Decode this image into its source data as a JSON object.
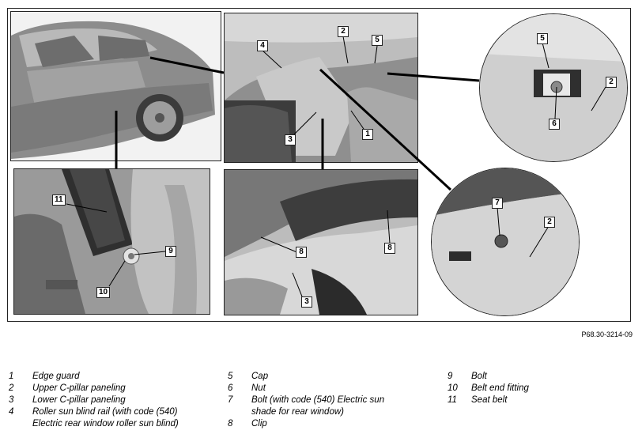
{
  "figure": {
    "code": "P68.30-3214-09",
    "callouts": {
      "p2": [
        "4",
        "2",
        "5",
        "3",
        "1"
      ],
      "c1": [
        "5",
        "2",
        "6"
      ],
      "p3": [
        "11",
        "9",
        "10"
      ],
      "p4": [
        "8",
        "8",
        "3"
      ],
      "c2": [
        "7",
        "2"
      ]
    }
  },
  "legend": {
    "col1": [
      {
        "num": "1",
        "text": "Edge guard"
      },
      {
        "num": "2",
        "text": "Upper C-pillar paneling"
      },
      {
        "num": "3",
        "text": "Lower C-pillar paneling"
      },
      {
        "num": "4",
        "text": "Roller sun blind rail (with code (540)"
      },
      {
        "num": "",
        "text": "Electric rear window roller sun blind)"
      }
    ],
    "col2": [
      {
        "num": "5",
        "text": "Cap"
      },
      {
        "num": "6",
        "text": "Nut"
      },
      {
        "num": "7",
        "text": "Bolt (with code (540) Electric sun"
      },
      {
        "num": "",
        "text": "shade for rear window)"
      },
      {
        "num": "8",
        "text": "Clip"
      }
    ],
    "col3": [
      {
        "num": "9",
        "text": "Bolt"
      },
      {
        "num": "10",
        "text": "Belt end fitting"
      },
      {
        "num": "11",
        "text": "Seat belt"
      }
    ]
  }
}
